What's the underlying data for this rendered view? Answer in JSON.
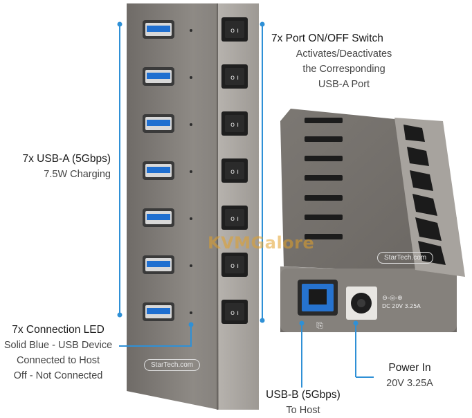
{
  "callouts": {
    "switch": {
      "title": "7x Port ON/OFF Switch",
      "lines": [
        "Activates/Deactivates",
        "the Corresponding",
        "USB-A Port"
      ]
    },
    "usba": {
      "title": "7x USB-A (5Gbps)",
      "sub": "7.5W Charging"
    },
    "led": {
      "title": "7x Connection LED",
      "lines": [
        "Solid Blue - USB Device",
        "Connected to Host",
        "Off - Not Connected"
      ]
    },
    "power": {
      "title": "Power In",
      "sub": "20V 3.25A"
    },
    "usbb": {
      "title": "USB-B (5Gbps)",
      "sub": "To Host"
    }
  },
  "watermark": "KVMGalore",
  "brand": "StarTech.com",
  "power_port_label": "DC 20V 3.25A",
  "colors": {
    "accent": "#2f90d6",
    "usb_blue": "#1f6fd0",
    "housing": "#8b8681"
  }
}
